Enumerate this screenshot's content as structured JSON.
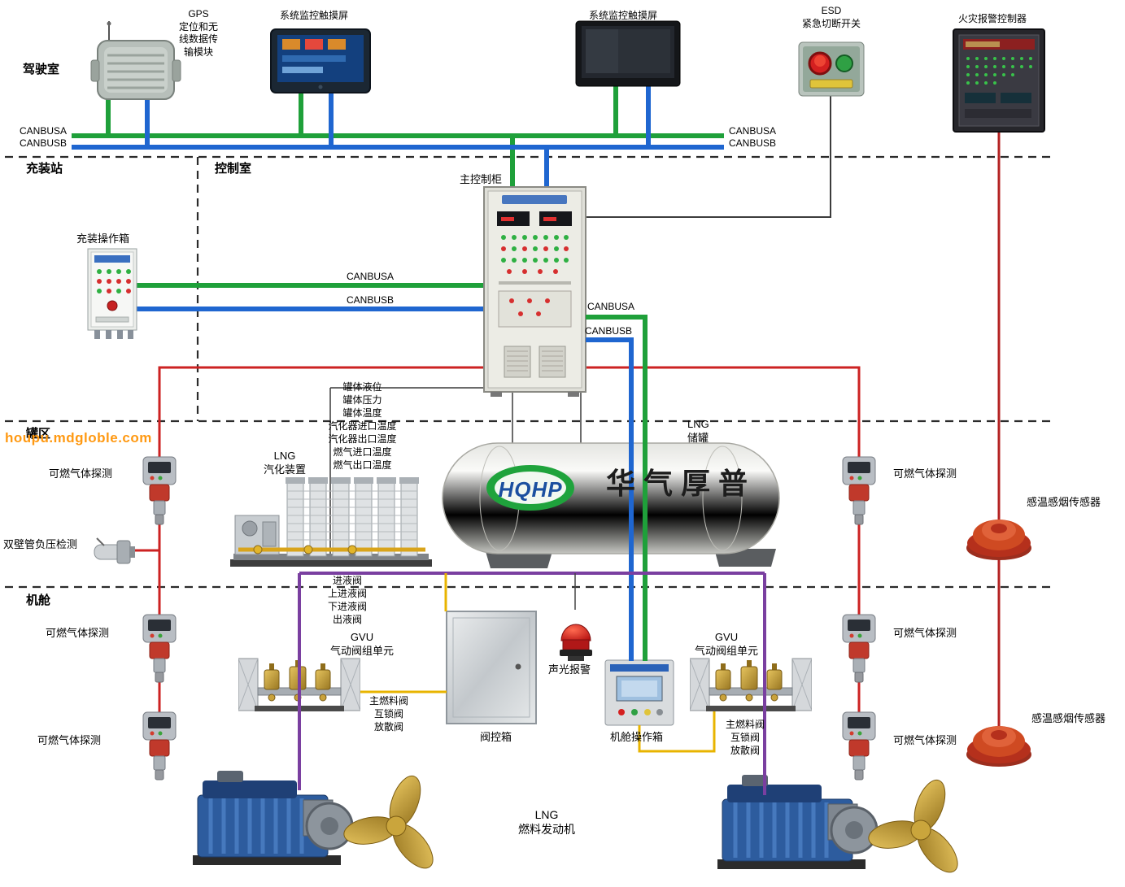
{
  "watermark": "houpu.mdgloble.com",
  "zones": {
    "bridge": "驾驶室",
    "filling": "充装站",
    "control": "控制室",
    "tank": "罐区",
    "engine": "机舱"
  },
  "bus": {
    "a": "CANBUSA",
    "b": "CANBUSB"
  },
  "top_row": {
    "gps": "GPS\n定位和无\n线数据传\n输模块",
    "touchscreen": "系统监控触摸屏",
    "esd": "ESD\n紧急切断开关",
    "fire_controller": "火灾报警控制器"
  },
  "control_room": {
    "main_cabinet": "主控制柜",
    "filling_box": "充装操作箱"
  },
  "tank_area": {
    "sensor_list": "罐体液位\n罐体压力\n罐体温度\n汽化器进口温度\n汽化器出口温度\n燃气进口温度\n燃气出口温度",
    "vaporizer": "LNG\n汽化装置",
    "tank": "LNG\n储罐",
    "tank_logo": "HQHP",
    "tank_brand": "华气厚普",
    "gas_detector": "可燃气体探测",
    "vacuum_detector": "双壁管负压检测",
    "smoke_sensor": "感温感烟传感器"
  },
  "engine_room": {
    "valve_list": "进液阀\n上进液阀\n下进液阀\n出液阀",
    "gvu": "GVU\n气动阀组单元",
    "alarm": "声光报警",
    "valve_box": "阀控箱",
    "op_box": "机舱操作箱",
    "fuel_valve_list": "主燃料阀\n互锁阀\n放散阀",
    "engine": "LNG\n燃料发动机",
    "gas_detector": "可燃气体探测",
    "smoke_sensor": "感温感烟传感器"
  },
  "colors": {
    "canbus_a": "#1fa03a",
    "canbus_b": "#1f66d0",
    "alarm_line": "#cc2222",
    "fire_line": "#b42222",
    "valve_line": "#7a3fa0",
    "fuel_line": "#e8b400"
  }
}
